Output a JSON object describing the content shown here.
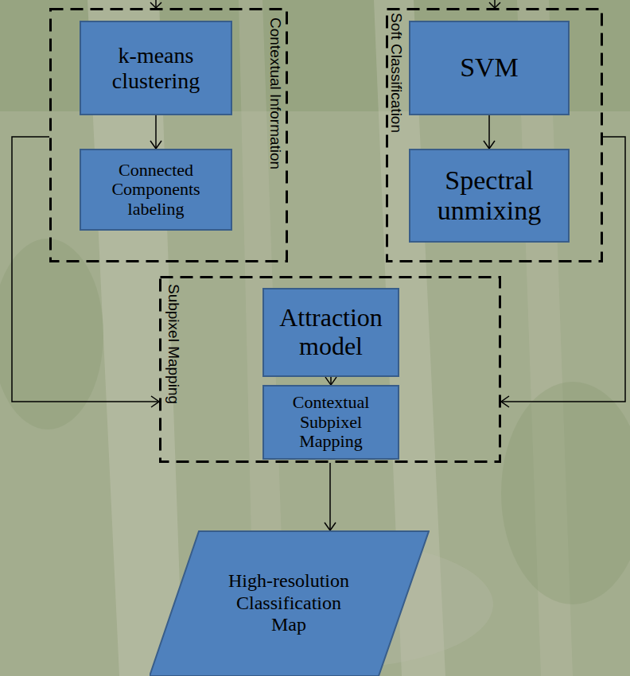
{
  "diagram": {
    "nodes": [
      {
        "text": [
          "Contextual Information"
        ]
      },
      {
        "text": [
          "k-means clustering"
        ],
        "in": 0
      },
      {
        "text": [
          "Connected Components labeling"
        ],
        "in": 0
      },
      {
        "text": [
          "Soft Classification"
        ]
      },
      {
        "text": [
          "SVM"
        ],
        "in": 3
      },
      {
        "text": [
          "Spectral unmixing"
        ],
        "in": 3
      },
      {
        "text": [
          "Subpixel Mapping"
        ]
      },
      {
        "text": [
          "Attraction model"
        ],
        "in": 6
      },
      {
        "text": [
          "Contextual Subpixel Mapping"
        ],
        "in": 6
      },
      {
        "text": [
          "High-resolution Classification Map"
        ]
      }
    ],
    "edges": [
      {
        "from": 1,
        "to": 2,
        "arrow": "to"
      },
      {
        "from": 4,
        "to": 5,
        "arrow": "to"
      },
      {
        "from": 0,
        "to": 6,
        "arrow": "to"
      },
      {
        "from": 3,
        "to": 6,
        "arrow": "to"
      },
      {
        "from": 7,
        "to": 8,
        "arrow": "to"
      },
      {
        "from": 6,
        "to": 9,
        "arrow": "to"
      }
    ]
  }
}
